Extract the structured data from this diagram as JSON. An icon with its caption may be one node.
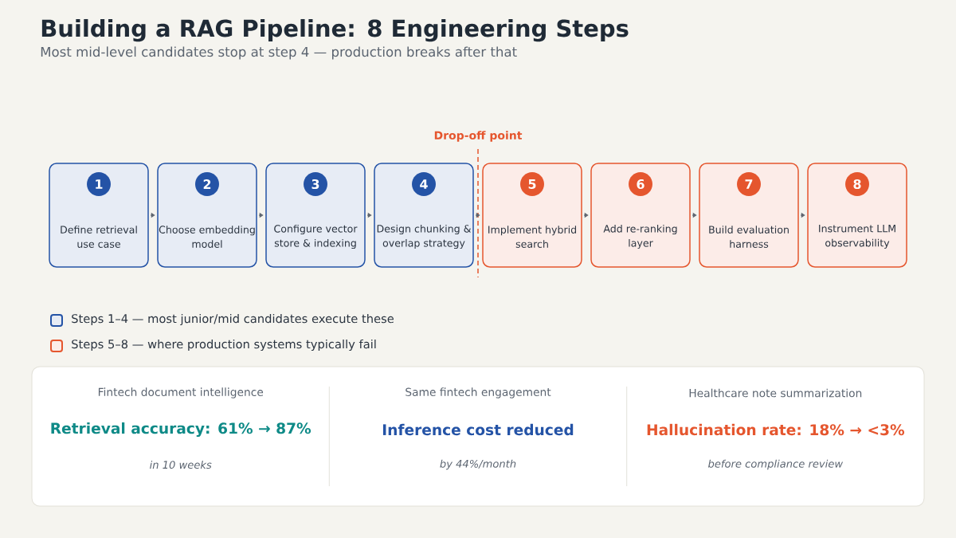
{
  "diagram": {
    "title": "Building a RAG Pipeline: 8 Engineering Steps",
    "nodes": [
      {
        "text": [
          "1",
          "Define retrieval use case"
        ]
      },
      {
        "text": [
          "2",
          "Choose embedding model"
        ]
      },
      {
        "text": [
          "3",
          "Configure vector store & indexing"
        ]
      },
      {
        "text": [
          "4",
          "Design chunking & overlap strategy"
        ]
      },
      {
        "text": [
          "5",
          "Implement hybrid search"
        ]
      },
      {
        "text": [
          "6",
          "Add re-ranking layer"
        ]
      },
      {
        "text": [
          "7",
          "Build evaluation harness"
        ]
      },
      {
        "text": [
          "8",
          "Instrument LLM observability"
        ]
      },
      {
        "text": [
          "Fintech document intelligence",
          "Retrieval accuracy: 61% → 87%",
          "in 10 weeks",
          "Same fintech engagement",
          "Inference cost reduced",
          "by 44%/month",
          "Healthcare note summarization",
          "Hallucination rate: 18% → <3%",
          "before compliance review"
        ]
      }
    ],
    "edges": [
      {
        "from": 0,
        "to": 1,
        "arrow": "to"
      },
      {
        "from": 1,
        "to": 2,
        "arrow": "to"
      },
      {
        "from": 2,
        "to": 3,
        "arrow": "to"
      },
      {
        "from": 3,
        "to": 4,
        "arrow": "to"
      },
      {
        "from": 4,
        "to": 5,
        "arrow": "to"
      },
      {
        "from": 5,
        "to": 6,
        "arrow": "to"
      },
      {
        "from": 6,
        "to": 7,
        "arrow": "to"
      }
    ],
    "labels": [
      "Most mid-level candidates stop at step 4 — production breaks after that",
      "Drop-off point"
    ],
    "legend": [
      {
        "text": "Steps 1–4 — most junior/mid candidates execute these",
        "color": "#2453a6"
      },
      {
        "text": "Steps 5–8 — where production systems typically fail",
        "color": "#e5562e"
      }
    ]
  }
}
